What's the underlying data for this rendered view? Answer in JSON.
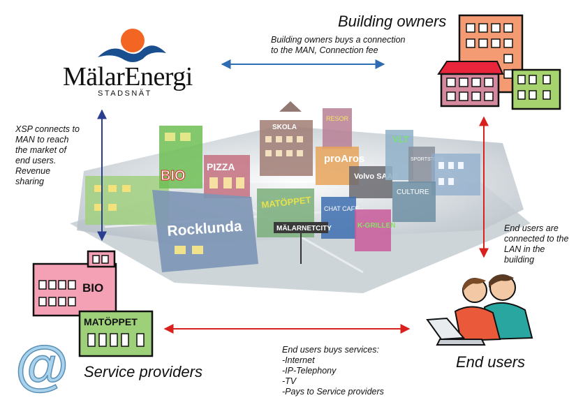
{
  "logo": {
    "name": "MälarEnergi",
    "sub": "STADSNÄT"
  },
  "labels": {
    "building_owners": "Building owners",
    "service_providers": "Service providers",
    "end_users": "End users"
  },
  "notes": {
    "owners": [
      "Building owners buys a connection",
      "to the MAN, Connection fee"
    ],
    "xsp": [
      "XSP connects to",
      "MAN to reach",
      "the market of",
      "end users.",
      "Revenue",
      "sharing"
    ],
    "lan": [
      "End users are",
      "connected to the",
      "LAN in the",
      "building"
    ],
    "services": [
      "End users buys services:",
      "-Internet",
      "-IP-Telephony",
      "-TV",
      "-Pays to Service providers"
    ]
  },
  "city_signs": {
    "skola": "SKOLA",
    "resor": "RESOR",
    "bio": "BIO",
    "pizza": "PIZZA",
    "proaros": "proAros",
    "vlt": "VLT",
    "volvo": "Volvo SAAB",
    "rocklunda": "Rocklunda",
    "matoppet": "MATÖPPET",
    "chatcafe": "CHAT CAFE",
    "kgrillen": "K-GRILLEN",
    "culture": "CULTURE",
    "malarnet": "MÄLARNETCITY",
    "sport": "SPORTSTORE"
  },
  "provider_signs": {
    "bio": "BIO",
    "matoppet": "MATÖPPET"
  },
  "icons": {
    "at": "@"
  },
  "colors": {
    "blue_arrow": "#2f6db3",
    "navy_arrow": "#2a3d8f",
    "red_arrow": "#d8201c"
  }
}
